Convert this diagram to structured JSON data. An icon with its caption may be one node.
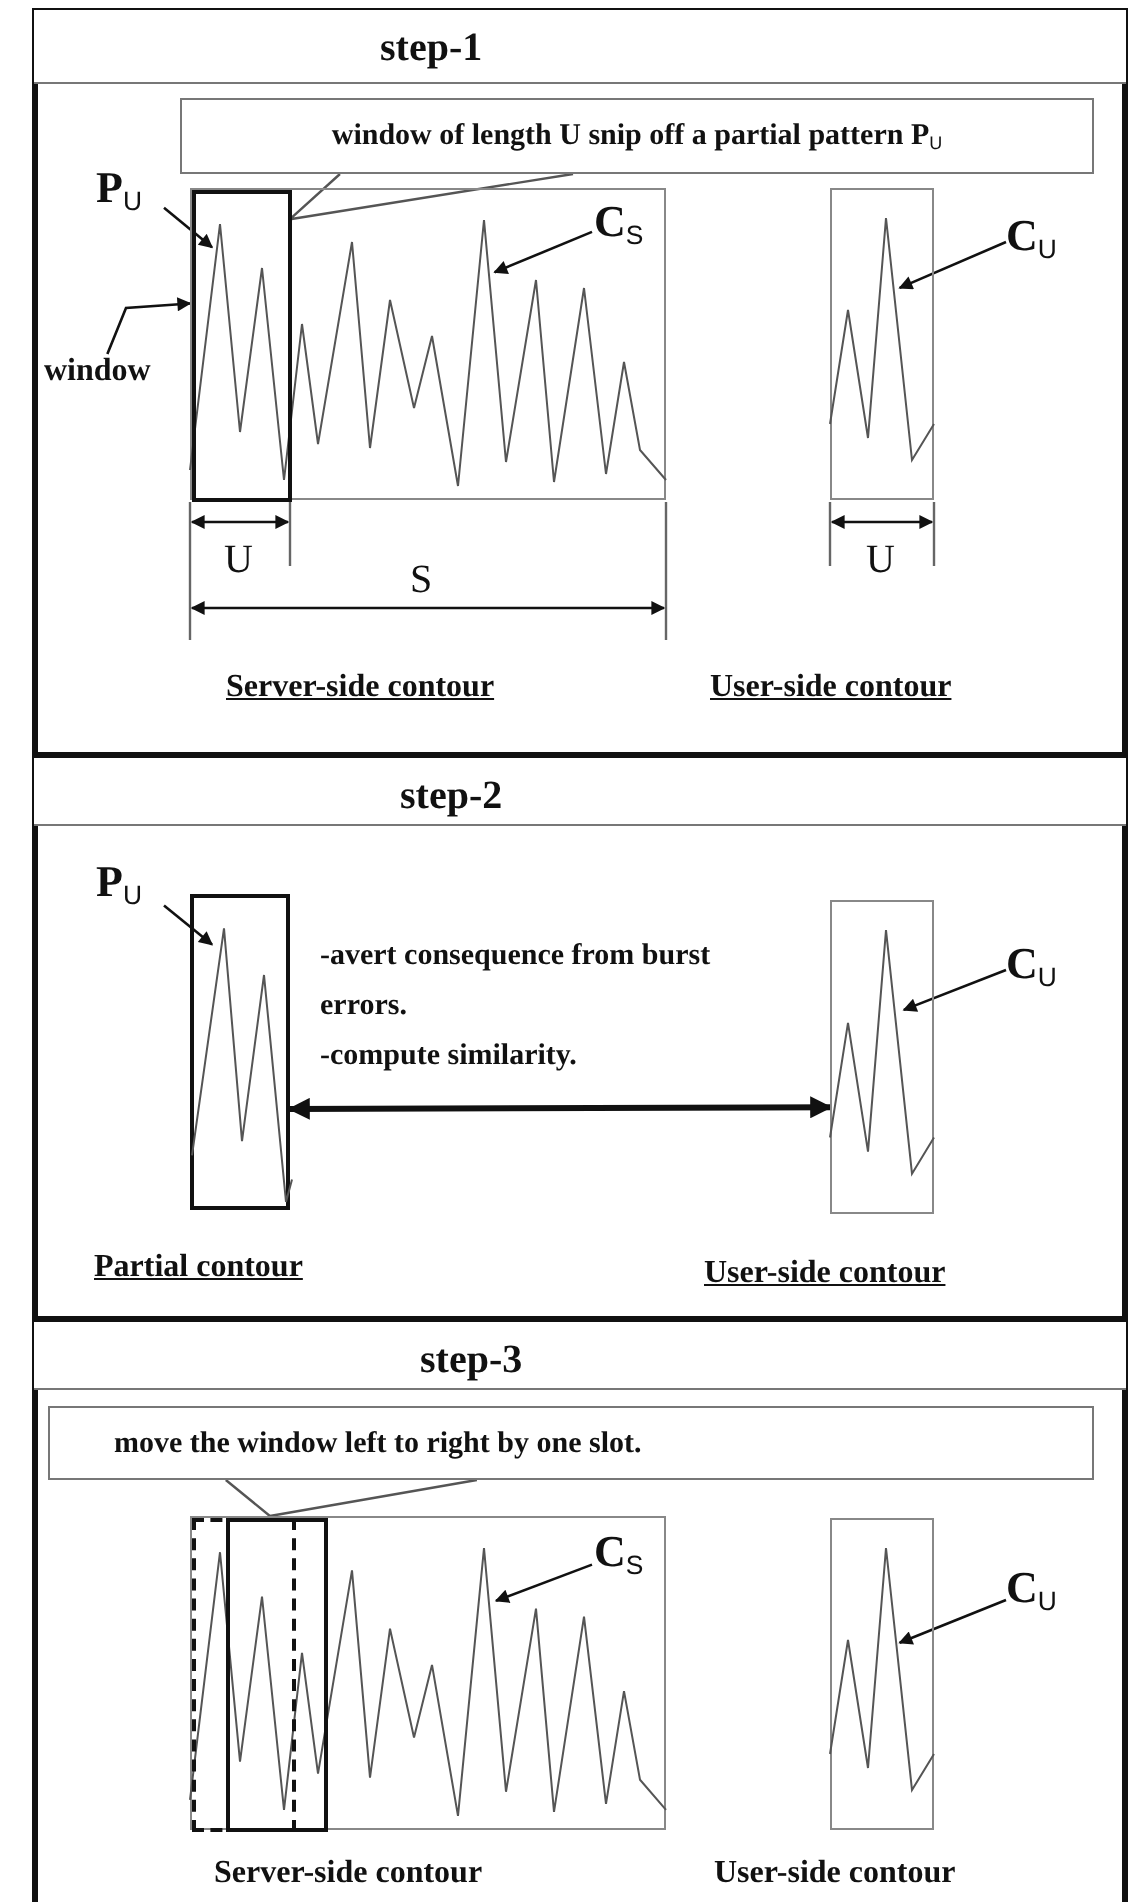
{
  "diagram": {
    "nodes": [
      {
        "text": [
          "step-1"
        ]
      },
      {
        "text": [
          "window of length U snip off a partial pattern P$_{U}$"
        ]
      },
      {
        "text": [
          "P$_{U}$"
        ]
      },
      {
        "text": [
          "window"
        ]
      },
      {
        "text": [],
        "shape": "box"
      },
      {
        "text": [],
        "shape": "box",
        "in": 4
      },
      {
        "text": [
          "C$_{S}$"
        ],
        "in": 4
      },
      {
        "text": [],
        "shape": "box"
      },
      {
        "text": [
          "C$_{U}$"
        ]
      },
      {
        "text": [
          "step-2"
        ]
      },
      {
        "text": [
          "P$_{U}$"
        ]
      },
      {
        "text": [],
        "shape": "box"
      },
      {
        "text": [],
        "shape": "box"
      },
      {
        "text": [
          "C$_{U}$"
        ]
      },
      {
        "text": [
          "step-3"
        ]
      },
      {
        "text": [
          "move the window left to right by one slot."
        ]
      },
      {
        "text": [],
        "shape": "box"
      },
      {
        "text": [],
        "shape": "box",
        "in": 16
      },
      {
        "text": [],
        "shape": "box",
        "in": 16
      },
      {
        "text": [
          "C$_{S}$"
        ],
        "in": 16
      },
      {
        "text": [],
        "shape": "box"
      },
      {
        "text": [
          "C$_{U}$"
        ]
      }
    ],
    "edges": [
      {
        "from": 1,
        "to": 5,
        "arrow": "none"
      },
      {
        "from": 2,
        "to": 5,
        "arrow": "to"
      },
      {
        "from": 3,
        "to": 5,
        "arrow": "to"
      },
      {
        "from": 6,
        "to": 4,
        "arrow": "to"
      },
      {
        "from": 8,
        "to": 7,
        "arrow": "to"
      },
      {
        "from": 10,
        "to": 11,
        "arrow": "to"
      },
      {
        "from": 13,
        "to": 12,
        "arrow": "to"
      },
      {
        "from": 11,
        "to": 12,
        "arrow": "both",
        "style": "thick"
      },
      {
        "from": 15,
        "to": 18,
        "arrow": "none"
      },
      {
        "from": 19,
        "to": 16,
        "arrow": "to"
      },
      {
        "from": 21,
        "to": 20,
        "arrow": "to"
      }
    ],
    "labels": [
      "U",
      "S",
      "U",
      "Server-side contour",
      "User-side contour",
      "-avert consequence from burst errors.",
      "-compute similarity.",
      "Partial contour",
      "User-side contour",
      "Server-side contour",
      "User-side contour"
    ]
  }
}
